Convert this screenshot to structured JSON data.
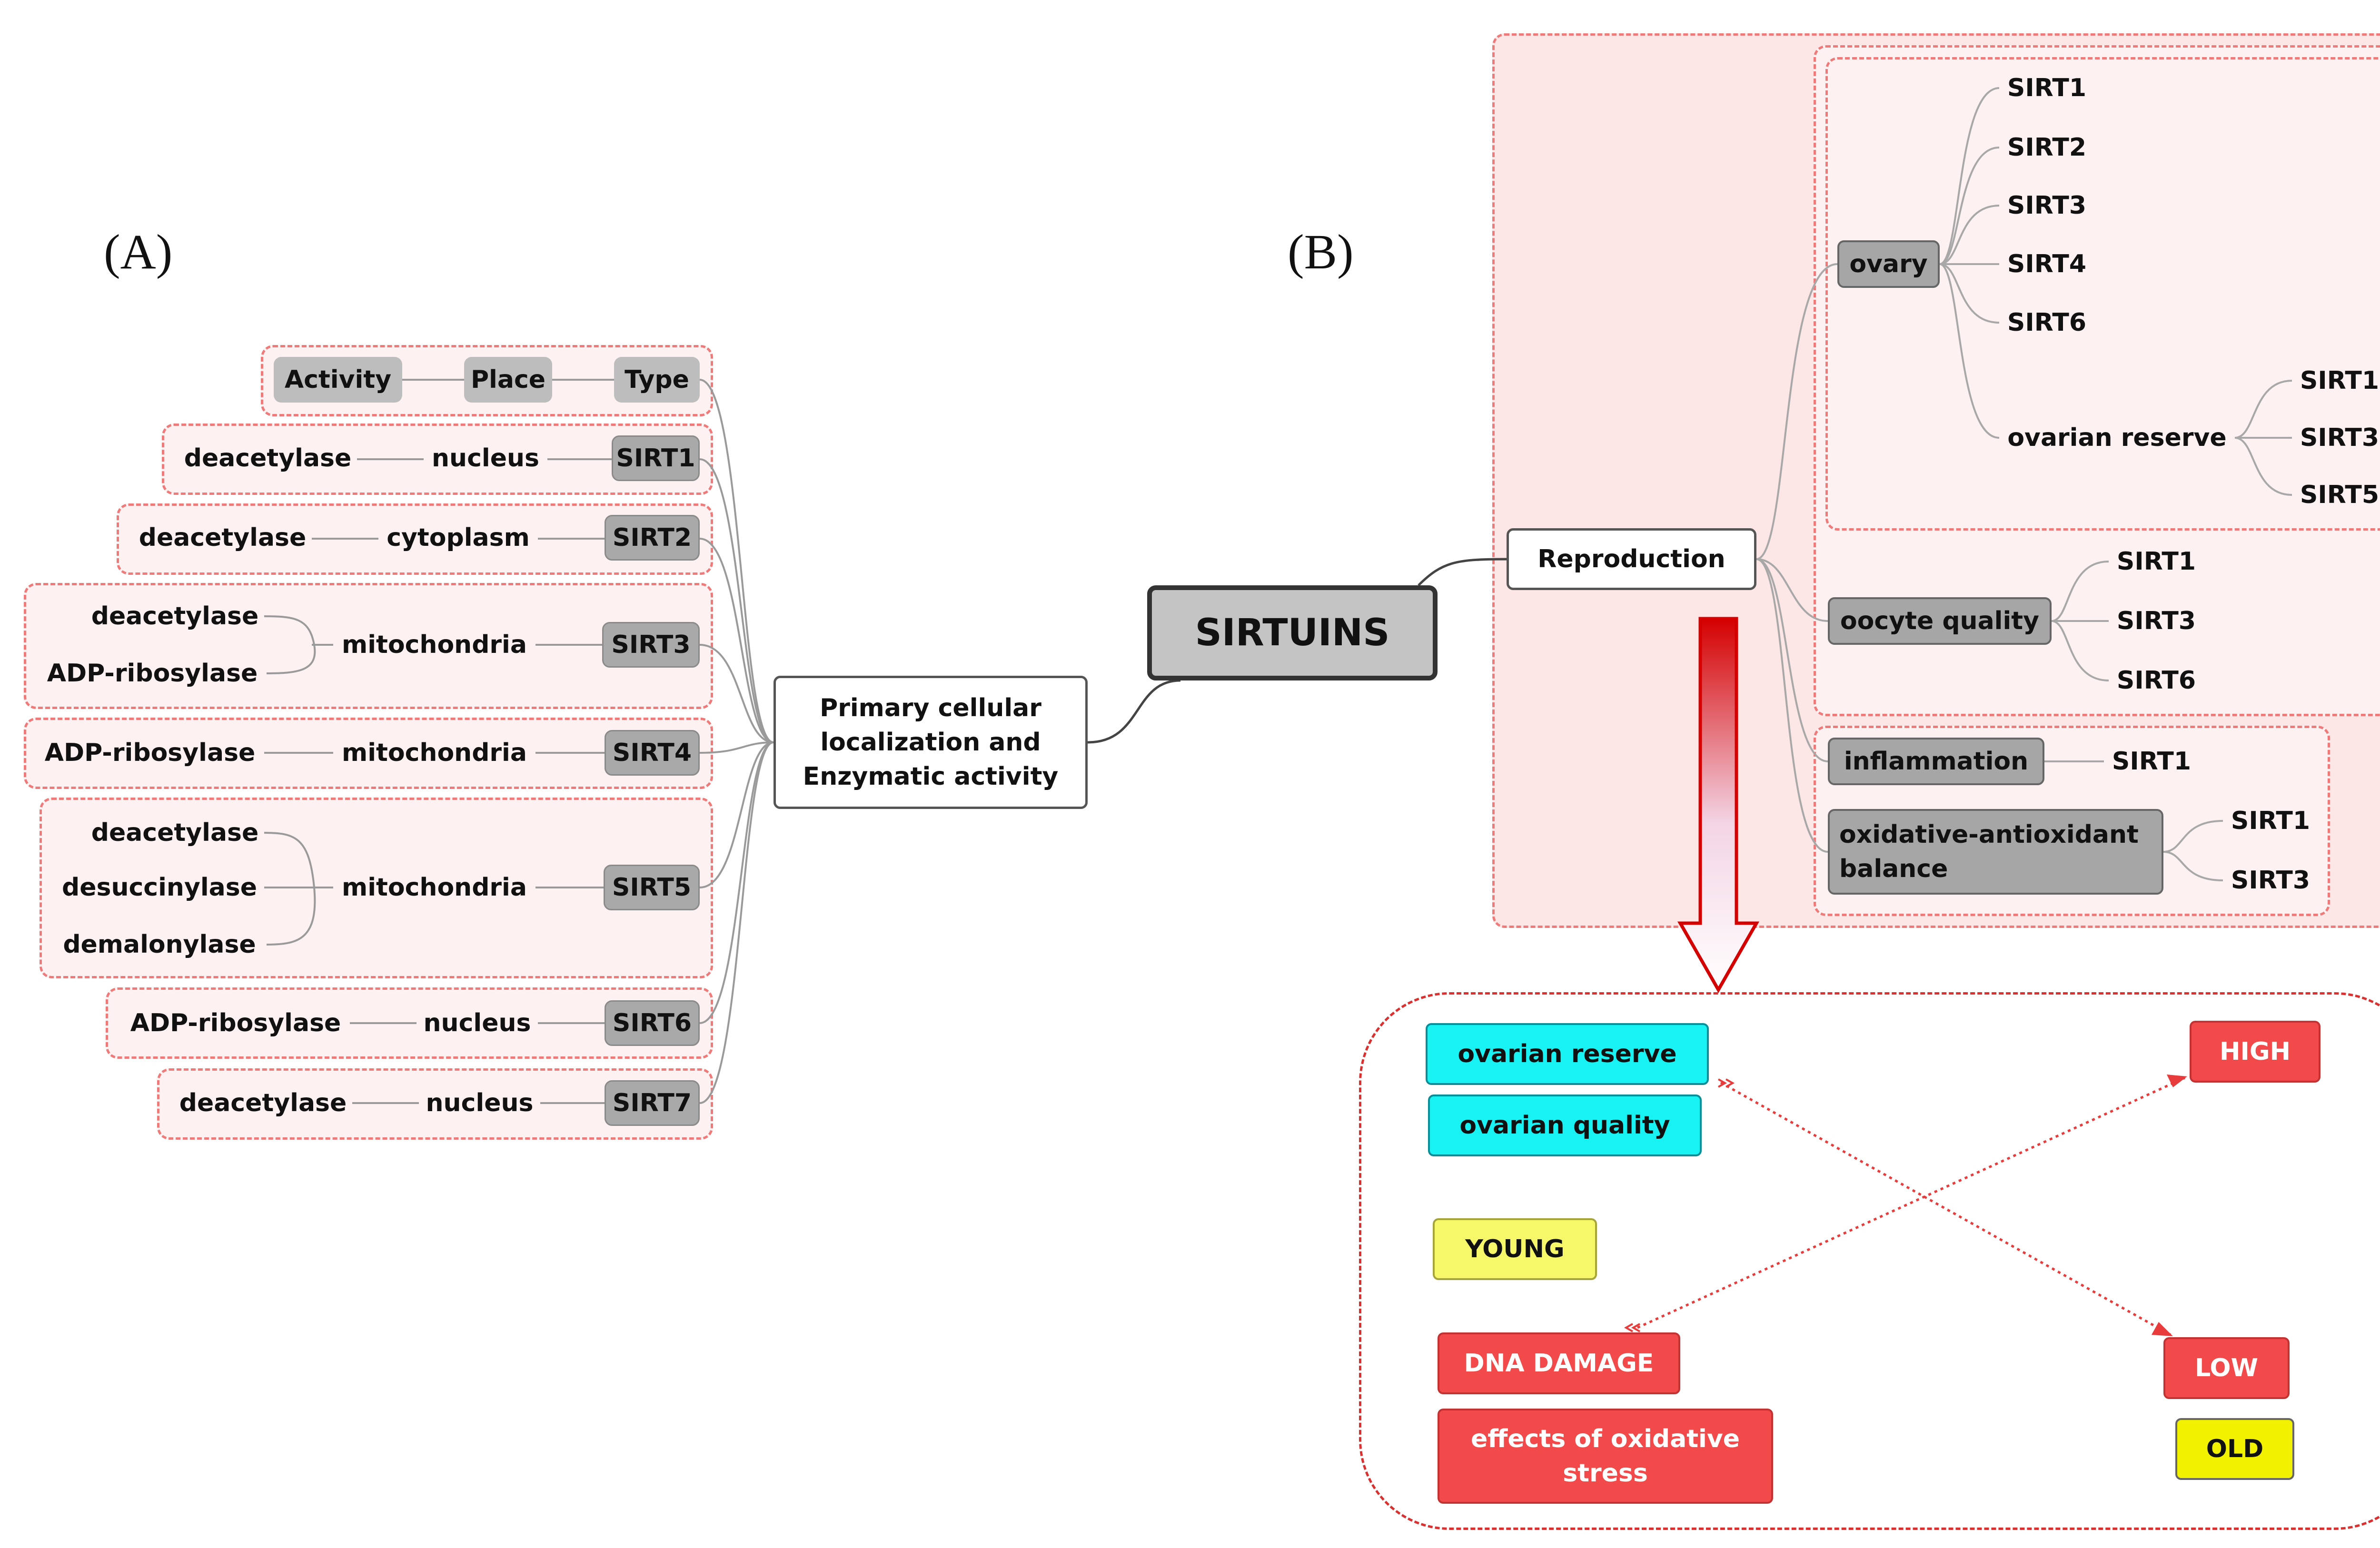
{
  "panel_a": {
    "label": "(A)",
    "root": "Primary cellular localization and Enzymatic activity",
    "header": {
      "activity": "Activity",
      "place": "Place",
      "type": "Type"
    },
    "rows": [
      {
        "sirt": "SIRT1",
        "place": "nucleus",
        "activities": [
          "deacetylase"
        ]
      },
      {
        "sirt": "SIRT2",
        "place": "cytoplasm",
        "activities": [
          "deacetylase"
        ]
      },
      {
        "sirt": "SIRT3",
        "place": "mitochondria",
        "activities": [
          "deacetylase",
          "ADP-ribosylase"
        ]
      },
      {
        "sirt": "SIRT4",
        "place": "mitochondria",
        "activities": [
          "ADP-ribosylase"
        ]
      },
      {
        "sirt": "SIRT5",
        "place": "mitochondria",
        "activities": [
          "deacetylase",
          "desuccinylase",
          "demalonylase"
        ]
      },
      {
        "sirt": "SIRT6",
        "place": "nucleus",
        "activities": [
          "ADP-ribosylase"
        ]
      },
      {
        "sirt": "SIRT7",
        "place": "nucleus",
        "activities": [
          "deacetylase"
        ]
      }
    ]
  },
  "center": {
    "title": "SIRTUINS"
  },
  "panel_b": {
    "label": "(B)",
    "reproduction": "Reproduction",
    "ovary": {
      "label": "ovary",
      "children": [
        "SIRT1",
        "SIRT2",
        "SIRT3",
        "SIRT4",
        "SIRT6"
      ],
      "ovarian_reserve": {
        "label": "ovarian reserve",
        "children": [
          "SIRT1",
          "SIRT3",
          "SIRT5"
        ]
      }
    },
    "oocyte_quality": {
      "label": "oocyte quality",
      "children": [
        "SIRT1",
        "SIRT3",
        "SIRT6"
      ]
    },
    "inflammation": {
      "label": "inflammation",
      "children": [
        "SIRT1"
      ]
    },
    "oxidative": {
      "label": "oxidative-antioxidant balance",
      "children": [
        "SIRT1",
        "SIRT3"
      ]
    }
  },
  "bottom": {
    "ovarian_reserve": "ovarian reserve",
    "ovarian_quality": "ovarian quality",
    "young": "YOUNG",
    "dna_damage": "DNA DAMAGE",
    "oxidative_stress": "effects of oxidative stress",
    "high": "HIGH",
    "low": "LOW",
    "old": "OLD"
  },
  "colors": {
    "group_border": "#ef7a7a",
    "arrow_red": "#d40000",
    "cyan": "#19f2f2",
    "red": "#f24a4a",
    "yellow": "#f7f76a"
  }
}
